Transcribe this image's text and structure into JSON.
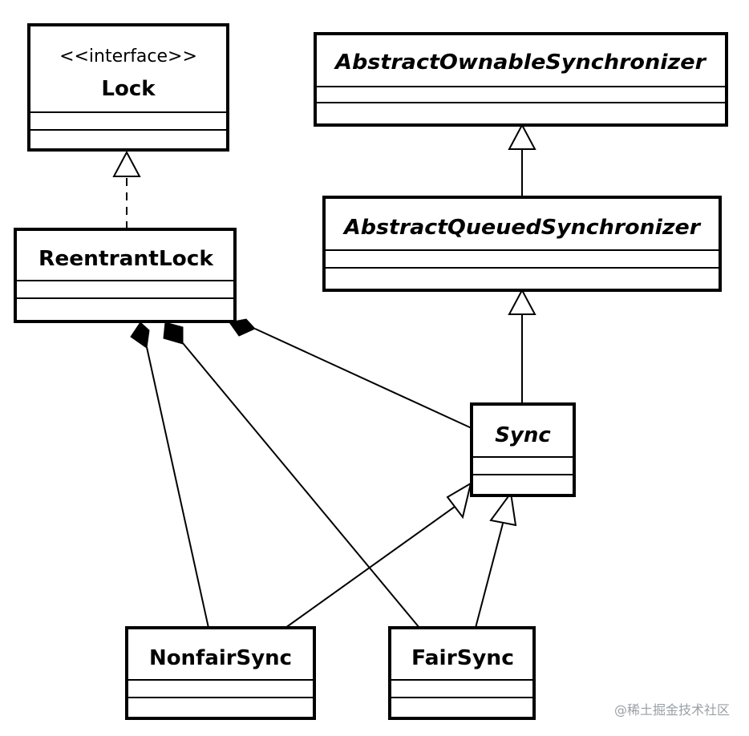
{
  "diagram": {
    "lock": {
      "stereotype": "<<interface>>",
      "name": "Lock"
    },
    "reentrant_lock": {
      "name": "ReentrantLock"
    },
    "abstract_ownable_synchronizer": {
      "name": "AbstractOwnableSynchronizer"
    },
    "abstract_queued_synchronizer": {
      "name": "AbstractQueuedSynchronizer"
    },
    "sync": {
      "name": "Sync"
    },
    "nonfair_sync": {
      "name": "NonfairSync"
    },
    "fair_sync": {
      "name": "FairSync"
    }
  },
  "watermark": "@稀土掘金技术社区"
}
